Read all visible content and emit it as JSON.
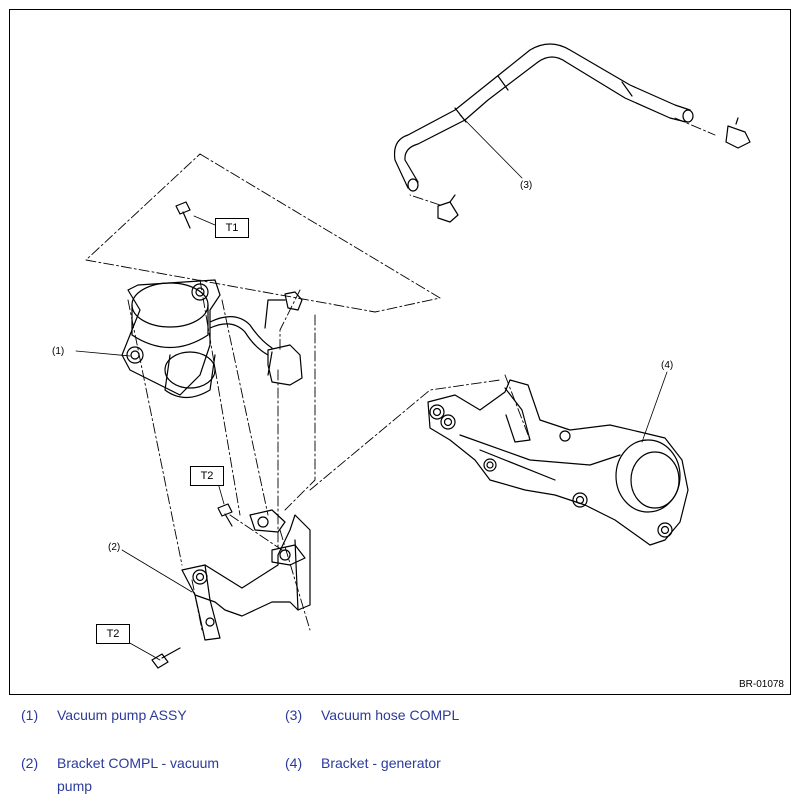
{
  "diagram": {
    "figure_id": "BR-01078",
    "torque_labels": [
      "T1",
      "T2",
      "T2"
    ],
    "callouts": [
      "(1)",
      "(2)",
      "(3)",
      "(4)"
    ]
  },
  "legend": {
    "items": [
      {
        "num": "(1)",
        "text": "Vacuum pump ASSY"
      },
      {
        "num": "(3)",
        "text": "Vacuum hose COMPL"
      },
      {
        "num": "(2)",
        "text": "Bracket COMPL - vacuum pump"
      },
      {
        "num": "(4)",
        "text": "Bracket - generator"
      }
    ]
  }
}
